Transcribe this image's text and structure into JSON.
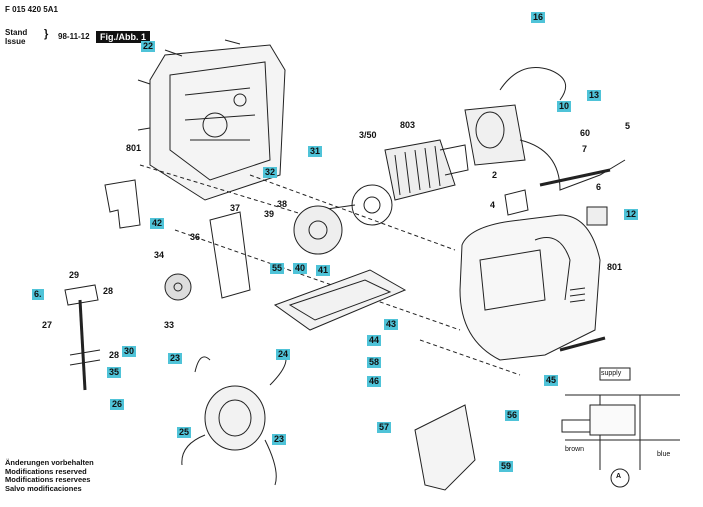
{
  "header": {
    "doc_number": "F 015 420 5A1",
    "stand": "Stand",
    "issue": "Issue",
    "date": "98-11-12",
    "figure": "Fig./Abb. 1"
  },
  "labels": [
    {
      "id": "l16",
      "text": "16"
    },
    {
      "id": "l22",
      "text": "22"
    },
    {
      "id": "l13",
      "text": "13"
    },
    {
      "id": "l10",
      "text": "10"
    },
    {
      "id": "l801a",
      "text": "801"
    },
    {
      "id": "l31",
      "text": "31"
    },
    {
      "id": "l3_50",
      "text": "3/50"
    },
    {
      "id": "l803",
      "text": "803"
    },
    {
      "id": "l2",
      "text": "2"
    },
    {
      "id": "l60",
      "text": "60"
    },
    {
      "id": "l7",
      "text": "7"
    },
    {
      "id": "l5",
      "text": "5"
    },
    {
      "id": "l6",
      "text": "6"
    },
    {
      "id": "l32",
      "text": "32"
    },
    {
      "id": "l42",
      "text": "42"
    },
    {
      "id": "l37",
      "text": "37"
    },
    {
      "id": "l38",
      "text": "38"
    },
    {
      "id": "l39",
      "text": "39"
    },
    {
      "id": "l36",
      "text": "36"
    },
    {
      "id": "l4",
      "text": "4"
    },
    {
      "id": "l12",
      "text": "12"
    },
    {
      "id": "l34",
      "text": "34"
    },
    {
      "id": "l55",
      "text": "55"
    },
    {
      "id": "l40",
      "text": "40"
    },
    {
      "id": "l41",
      "text": "41"
    },
    {
      "id": "l801b",
      "text": "801"
    },
    {
      "id": "l29",
      "text": "29"
    },
    {
      "id": "l6dot",
      "text": "6."
    },
    {
      "id": "l28a",
      "text": "28"
    },
    {
      "id": "l27",
      "text": "27"
    },
    {
      "id": "l33",
      "text": "33"
    },
    {
      "id": "l43",
      "text": "43"
    },
    {
      "id": "l28b",
      "text": "28"
    },
    {
      "id": "l30",
      "text": "30"
    },
    {
      "id": "l44",
      "text": "44"
    },
    {
      "id": "l23a",
      "text": "23"
    },
    {
      "id": "l24",
      "text": "24"
    },
    {
      "id": "l58",
      "text": "58"
    },
    {
      "id": "l35",
      "text": "35"
    },
    {
      "id": "l45",
      "text": "45"
    },
    {
      "id": "l46",
      "text": "46"
    },
    {
      "id": "l26",
      "text": "26"
    },
    {
      "id": "l56",
      "text": "56"
    },
    {
      "id": "l25",
      "text": "25"
    },
    {
      "id": "l57",
      "text": "57"
    },
    {
      "id": "l23b",
      "text": "23"
    },
    {
      "id": "l59",
      "text": "59"
    }
  ],
  "wiring": {
    "supply": "supply",
    "brown": "brown",
    "blue": "blue",
    "meter": "A"
  },
  "notes": [
    "Änderungen vorbehalten",
    "Modifications reserved",
    "Modifications reservees",
    "Salvo modificaciones"
  ],
  "colors": {
    "label_bg": "#4fc3d8",
    "ink": "#111111"
  }
}
